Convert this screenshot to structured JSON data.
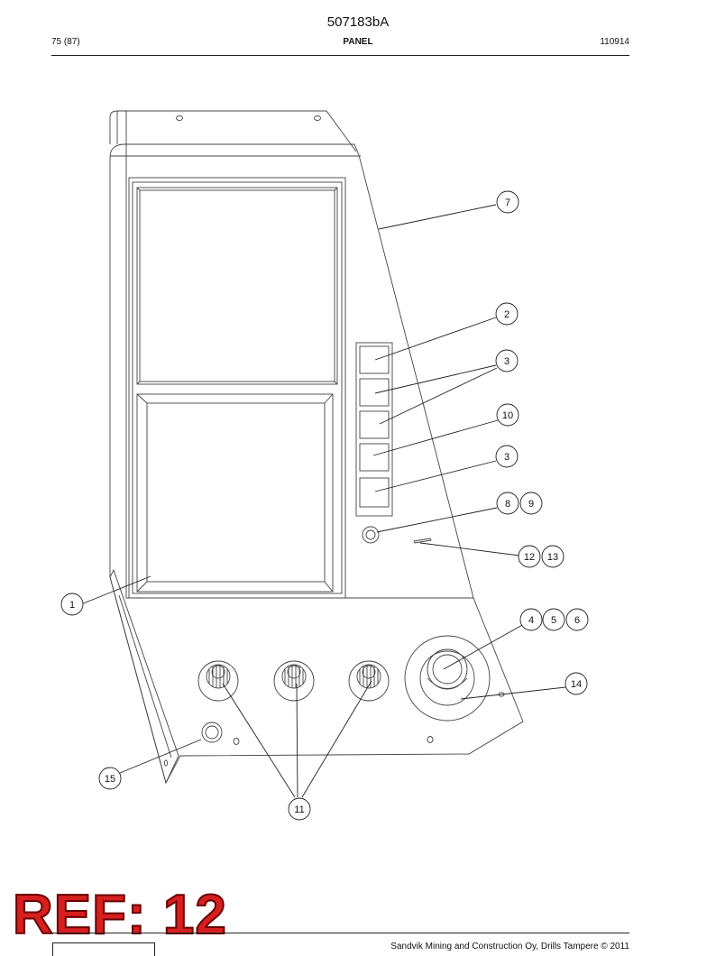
{
  "header": {
    "doc_id": "507183bA",
    "page": "75 (87)",
    "title": "PANEL",
    "date_code": "110914"
  },
  "callouts": {
    "c1": "1",
    "c2": "2",
    "c3a": "3",
    "c3b": "3",
    "c4": "4",
    "c5": "5",
    "c6": "6",
    "c7": "7",
    "c8": "8",
    "c9": "9",
    "c10": "10",
    "c11": "11",
    "c12": "12",
    "c13": "13",
    "c14": "14",
    "c15": "15"
  },
  "stamp": {
    "ref": "REF: 12"
  },
  "footer": {
    "copyright": "Sandvik Mining and Construction Oy, Drills Tampere © 2011"
  }
}
